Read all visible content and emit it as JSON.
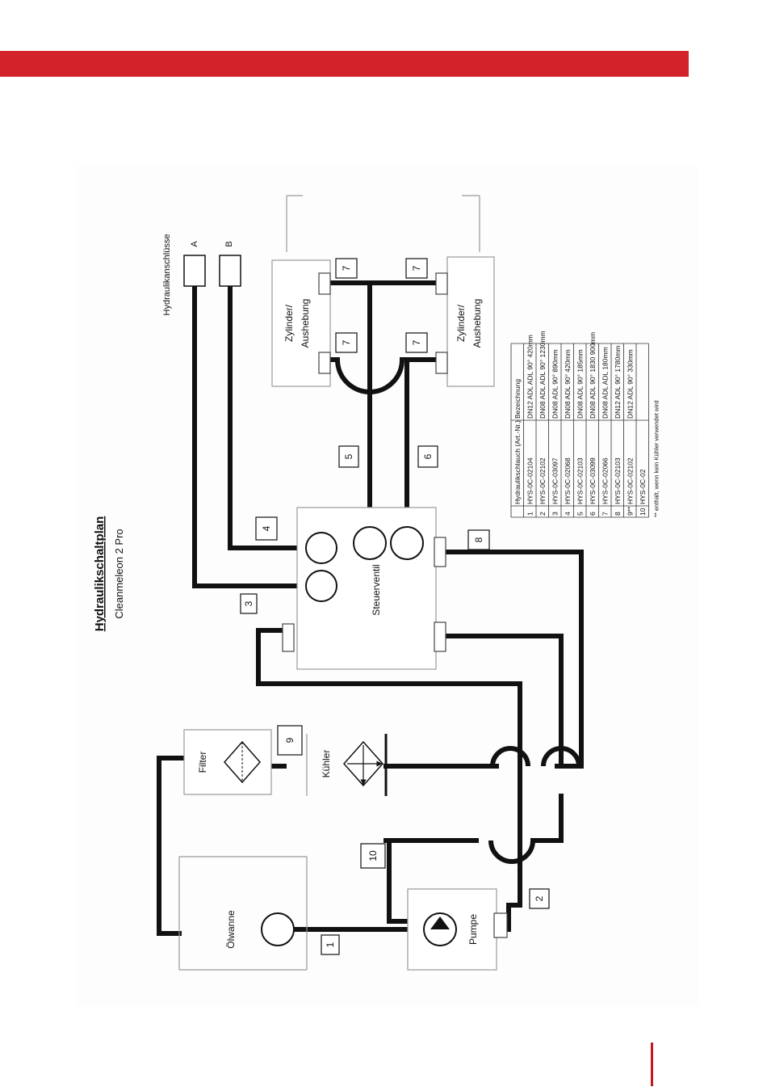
{
  "colors": {
    "accent_bar": "#d3222a",
    "page_mark": "#c4161c",
    "line": "#111111"
  },
  "title": "Hydraulikschaltplan",
  "subtitle": "Cleanmeleon 2 Pro",
  "components": {
    "oltank": "Ölwanne",
    "pumpe": "Pumpe",
    "filter": "Filter",
    "kuehler": "Kühler",
    "steuerventil": "Steuerventil",
    "zyl1_l1": "Zylinder/",
    "zyl1_l2": "Aushebung",
    "zyl2_l1": "Zylinder/",
    "zyl2_l2": "Aushebung"
  },
  "connections": {
    "heading": "Hydraulikanschlüsse",
    "a": "A",
    "b": "B"
  },
  "labels": {
    "l1": "1",
    "l2": "2",
    "l3": "3",
    "l4": "4",
    "l5": "5",
    "l6": "6",
    "l7a": "7",
    "l7b": "7",
    "l7c": "7",
    "l7d": "7",
    "l8": "8",
    "l9": "9",
    "l10": "10"
  },
  "table": {
    "headers": [
      "",
      "Hydraulikschlauch (Art.-Nr.)",
      "Bezeichnung"
    ],
    "rows": [
      [
        "1",
        "HYS-0C-02104",
        "DN12 ADL ADL 90° 420mm"
      ],
      [
        "2",
        "HYS-0C-02102",
        "DN08 ADL ADL 90° 1230mm"
      ],
      [
        "3",
        "HYS-0C-03097",
        "DN08 ADL 90° 890mm"
      ],
      [
        "4",
        "HYS-0C-02068",
        "DN08 ADL 90° 420mm"
      ],
      [
        "5",
        "HYS-0C-02103",
        "DN08 ADL 90° 185mm"
      ],
      [
        "6",
        "HYS-0C-03099",
        "DN08 ADL 90° 1830 900mm"
      ],
      [
        "7",
        "HYS-0C-02066",
        "DN08 ADL ADL 180mm"
      ],
      [
        "8",
        "HYS-0C-02103",
        "DN12 ADL 90° 1780mm"
      ],
      [
        "9**",
        "HYS-0C-02102",
        "DN12 ADL 90° 330mm"
      ],
      [
        "10",
        "HYS-0C-02",
        ""
      ]
    ],
    "footnote": "** enthält, wenn kein Kühler verwendet wird"
  }
}
